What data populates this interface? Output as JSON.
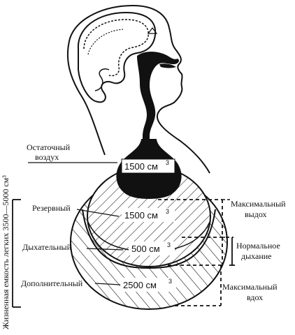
{
  "labels": {
    "residual_line1": "Остаточный",
    "residual_line2": "воздух",
    "reserve": "Резервный",
    "tidal": "Дыхательный",
    "complementary": "Дополнительный",
    "max_exhale_line1": "Максимальный",
    "max_exhale_line2": "выдох",
    "normal_line1": "Нормальное",
    "normal_line2": "дыхание",
    "max_inhale_line1": "Максимальный",
    "max_inhale_line2": "вдох",
    "vital_capacity": "Жизненная емкость легких 3500—5000 см³"
  },
  "volumes": {
    "residual": "1500 см",
    "reserve": "1500 см",
    "tidal": "500 см",
    "complementary": "2500 см",
    "unit_exponent": "3"
  },
  "colors": {
    "ink": "#111111",
    "paper": "#ffffff"
  }
}
